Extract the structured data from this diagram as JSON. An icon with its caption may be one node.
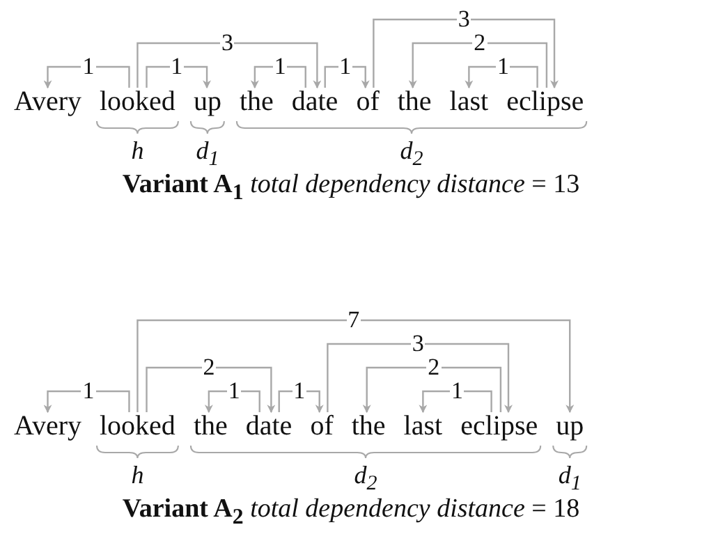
{
  "diagram": {
    "nodes": [
      {
        "text": [
          "Avery"
        ]
      },
      {
        "text": [
          "looked"
        ]
      },
      {
        "text": [
          "up"
        ]
      },
      {
        "text": [
          "the"
        ]
      },
      {
        "text": [
          "date"
        ]
      },
      {
        "text": [
          "of"
        ]
      },
      {
        "text": [
          "the"
        ]
      },
      {
        "text": [
          "last"
        ]
      },
      {
        "text": [
          "eclipse"
        ]
      },
      {
        "text": [
          "Avery"
        ]
      },
      {
        "text": [
          "looked"
        ]
      },
      {
        "text": [
          "the"
        ]
      },
      {
        "text": [
          "date"
        ]
      },
      {
        "text": [
          "of"
        ]
      },
      {
        "text": [
          "the"
        ]
      },
      {
        "text": [
          "last"
        ]
      },
      {
        "text": [
          "eclipse"
        ]
      },
      {
        "text": [
          "up"
        ]
      }
    ],
    "edges": [
      {
        "from": 1,
        "to": 0,
        "arrow": "to",
        "label": "1"
      },
      {
        "from": 1,
        "to": 2,
        "arrow": "to",
        "label": "1"
      },
      {
        "from": 1,
        "to": 4,
        "arrow": "to",
        "label": "3"
      },
      {
        "from": 4,
        "to": 3,
        "arrow": "to",
        "label": "1"
      },
      {
        "from": 4,
        "to": 5,
        "arrow": "to",
        "label": "1"
      },
      {
        "from": 5,
        "to": 8,
        "arrow": "to",
        "label": "3"
      },
      {
        "from": 8,
        "to": 6,
        "arrow": "to",
        "label": "2"
      },
      {
        "from": 8,
        "to": 7,
        "arrow": "to",
        "label": "1"
      },
      {
        "from": 10,
        "to": 9,
        "arrow": "to",
        "label": "1"
      },
      {
        "from": 10,
        "to": 17,
        "arrow": "to",
        "label": "7"
      },
      {
        "from": 10,
        "to": 12,
        "arrow": "to",
        "label": "2"
      },
      {
        "from": 12,
        "to": 11,
        "arrow": "to",
        "label": "1"
      },
      {
        "from": 12,
        "to": 13,
        "arrow": "to",
        "label": "1"
      },
      {
        "from": 13,
        "to": 16,
        "arrow": "to",
        "label": "3"
      },
      {
        "from": 16,
        "to": 14,
        "arrow": "to",
        "label": "2"
      },
      {
        "from": 16,
        "to": 15,
        "arrow": "to",
        "label": "1"
      }
    ],
    "labels": [
      "h",
      "d$_{1}$",
      "d$_{2}$",
      "**Variant A$_{1}$** *total dependency distance* = 13",
      "h",
      "d$_{2}$",
      "d$_{1}$",
      "**Variant A$_{2}$** *total dependency distance* = 18"
    ]
  }
}
